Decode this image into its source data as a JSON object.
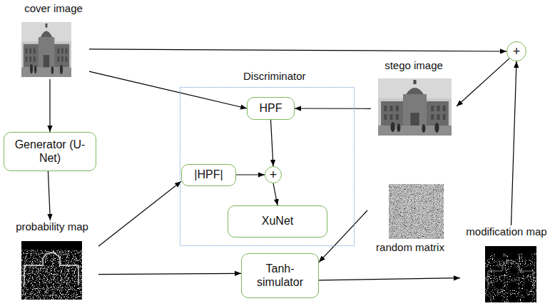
{
  "diagram": {
    "nodes": [
      {
        "text": [
          "cover image"
        ]
      },
      {
        "text": [
          "Discriminator"
        ]
      },
      {
        "text": [
          "HPF"
        ],
        "in": 1
      },
      {
        "text": [
          "stego image"
        ]
      },
      {
        "text": [
          "+"
        ]
      },
      {
        "text": [
          "Generator (U-Net)"
        ]
      },
      {
        "text": [
          "|HPF|"
        ],
        "in": 1
      },
      {
        "text": [
          "+"
        ],
        "in": 1
      },
      {
        "text": [
          "XuNet"
        ],
        "in": 1
      },
      {
        "text": [
          "probability map"
        ]
      },
      {
        "text": [
          "random matrix"
        ]
      },
      {
        "text": [
          "Tanh-simulator"
        ]
      },
      {
        "text": [
          "modification map"
        ]
      }
    ],
    "edges": [
      {
        "from": 0,
        "to": 4,
        "arrow": "to"
      },
      {
        "from": 0,
        "to": 5,
        "arrow": "to"
      },
      {
        "from": 0,
        "to": 2,
        "arrow": "to"
      },
      {
        "from": 4,
        "to": 3,
        "arrow": "to"
      },
      {
        "from": 3,
        "to": 2,
        "arrow": "to"
      },
      {
        "from": 2,
        "to": 7,
        "arrow": "to"
      },
      {
        "from": 6,
        "to": 7,
        "arrow": "to"
      },
      {
        "from": 7,
        "to": 8,
        "arrow": "to"
      },
      {
        "from": 5,
        "to": 9,
        "arrow": "to"
      },
      {
        "from": 9,
        "to": 6,
        "arrow": "to"
      },
      {
        "from": 9,
        "to": 11,
        "arrow": "to"
      },
      {
        "from": 10,
        "to": 11,
        "arrow": "to"
      },
      {
        "from": 11,
        "to": 12,
        "arrow": "to"
      },
      {
        "from": 12,
        "to": 4,
        "arrow": "to"
      }
    ]
  }
}
